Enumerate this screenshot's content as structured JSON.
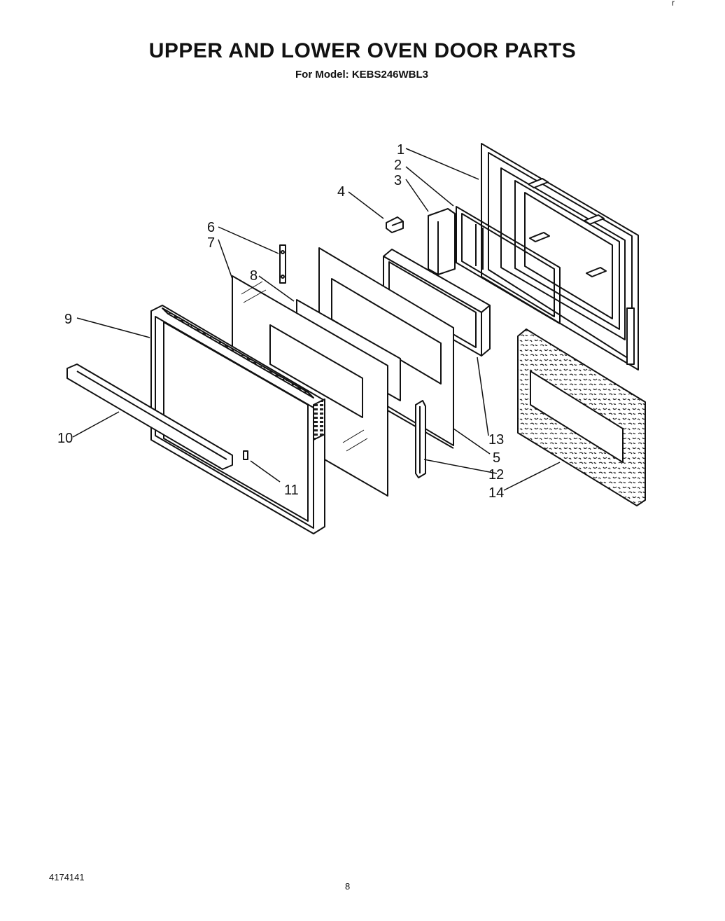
{
  "header": {
    "title": "UPPER AND LOWER OVEN DOOR PARTS",
    "subtitle": "For Model: KEBS246WBL3"
  },
  "callouts": [
    "1",
    "2",
    "3",
    "4",
    "5",
    "6",
    "7",
    "8",
    "9",
    "10",
    "11",
    "12",
    "13",
    "14"
  ],
  "footer": {
    "doc_number": "4174141",
    "page_number": "8",
    "corner_mark": "r"
  }
}
